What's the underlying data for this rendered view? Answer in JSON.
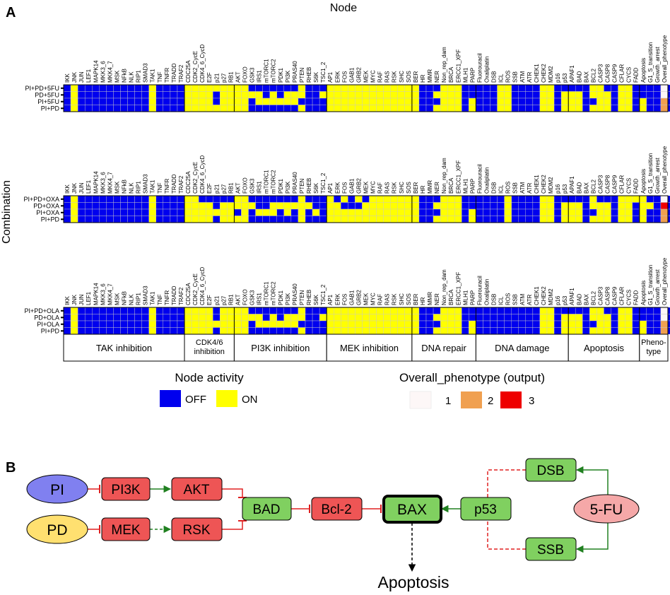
{
  "panel_a": {
    "label": "A",
    "title": "Node",
    "y_title": "Combination",
    "nodes": [
      "IKK",
      "JNK",
      "JUN",
      "LEF1",
      "MAPK14",
      "MKK3_6",
      "MKK4_7",
      "MSK",
      "NFkB",
      "NLK",
      "RIP1",
      "SMAD3",
      "TAK1",
      "TNF",
      "TNFR",
      "TRADD",
      "TRAF2",
      "CDC25A",
      "CDK2_CycE",
      "CDK4_6_CycD",
      "E2F",
      "p21",
      "p27",
      "RB1",
      "AKT",
      "FOXO",
      "GSK3",
      "IRS1",
      "mTORC1",
      "mTORC2",
      "PDK1",
      "PI3K",
      "PRAS40",
      "PTEN",
      "RHEB",
      "S6K",
      "TSC1_2",
      "AP1",
      "ERK",
      "FOS",
      "GAB1",
      "GRB2",
      "MEK",
      "MYC",
      "RAF",
      "RAS",
      "RSK",
      "SHC",
      "SOS",
      "BER",
      "HR",
      "MMR",
      "NER",
      "Non_rep_dam",
      "BRCA",
      "ERCC1_XPF",
      "MLH1",
      "PARP",
      "Fluorouracil",
      "Oxaliplatin",
      "DSB",
      "ICL",
      "ROS",
      "SSB",
      "ATM",
      "ATR",
      "CHEK1",
      "CHEK2",
      "MDM2",
      "p16",
      "p53",
      "APAF1",
      "BAD",
      "BAX",
      "BCL2",
      "CASP3",
      "CASP8",
      "CASP9",
      "CFLAR",
      "CYCS",
      "FADD",
      "Apoptosis",
      "G1_S_transition",
      "Growth_arrest",
      "Overall_phenotype"
    ],
    "heatmaps": [
      {
        "rows": [
          "PI+PD+5FU",
          "PD+5FU",
          "PI+5FU",
          "PI+PD"
        ],
        "matrix": [
          "01000000000010000111111111000000010001111111111111000111000001100001100000110011000010",
          "01000000000010000111101111110101110011111111111111001111000001100001101110111011000010",
          "01000000000010000111101111011111100001111111111111000111010001100001101110011011010020",
          "01000000000010000111111111000000010001111111111111001111010001100001101110111011010020"
        ]
      },
      {
        "rows": [
          "PI+PD+OXA",
          "PD+OXA",
          "PI+OXA",
          "PI+PD"
        ],
        "matrix": [
          "01000000000010000110000011000000010001010101111111000111000000100001100000100011110010",
          "01000000000010000111101111100111111001100011111111001111000000100001101110111011011030",
          "01000000000010000111111101011101010101111111111111000111010000100001101110011011010020",
          "01000000000010000111101111000000010001111111111111001111010000100001101110111011010020"
        ]
      },
      {
        "rows": [
          "PI+PD+OLA",
          "PD+OLA",
          "PI+OLA",
          "PI+PD"
        ],
        "matrix": [
          "01000000000010000111101111000000010001111111111111000111000000000001100000110011000010",
          "01000000000010000111101111110101110011111111111111001111000000000001101110111011000010",
          "01000000000010000111111111011111100001111111111111000111010000000001101110011011010020",
          "01000000000010000111101111000000010001111111111111001111010000000001101110111011010020"
        ]
      }
    ],
    "groups": [
      {
        "label": "TAK inhibition",
        "span": 17
      },
      {
        "label": "CDK4/6\ninhibition",
        "span": 7
      },
      {
        "label": "PI3K inhibition",
        "span": 13
      },
      {
        "label": "MEK inhibition",
        "span": 12
      },
      {
        "label": "DNA repair",
        "span": 9
      },
      {
        "label": "DNA damage",
        "span": 13
      },
      {
        "label": "Apoptosis",
        "span": 10
      },
      {
        "label": "Pheno-\ntype",
        "span": 4
      }
    ],
    "legend_activity": {
      "title": "Node activity",
      "items": [
        {
          "label": "OFF",
          "color": "#0000ee"
        },
        {
          "label": "ON",
          "color": "#ffff00"
        }
      ]
    },
    "legend_phenotype": {
      "title": "Overall_phenotype (output)",
      "items": [
        {
          "label": "1",
          "color": "#fdf7f7"
        },
        {
          "label": "2",
          "color": "#f0a050"
        },
        {
          "label": "3",
          "color": "#ee0000"
        }
      ]
    }
  },
  "panel_b": {
    "label": "B",
    "nodes": {
      "pi": "PI",
      "pd": "PD",
      "pi3k": "PI3K",
      "akt": "AKT",
      "mek": "MEK",
      "rsk": "RSK",
      "bad": "BAD",
      "bcl2": "Bcl-2",
      "bax": "BAX",
      "p53": "p53",
      "dsb": "DSB",
      "ssb": "SSB",
      "fu": "5-FU"
    },
    "output": "Apoptosis",
    "colors": {
      "inhibitor": "#8080f0",
      "inhibitor2": "#ffe070",
      "red_node": "#ee5555",
      "green_node": "#80d060",
      "drug": "#f5a8a8",
      "inhibit_edge": "#e02020",
      "activate_edge": "#208020"
    }
  }
}
